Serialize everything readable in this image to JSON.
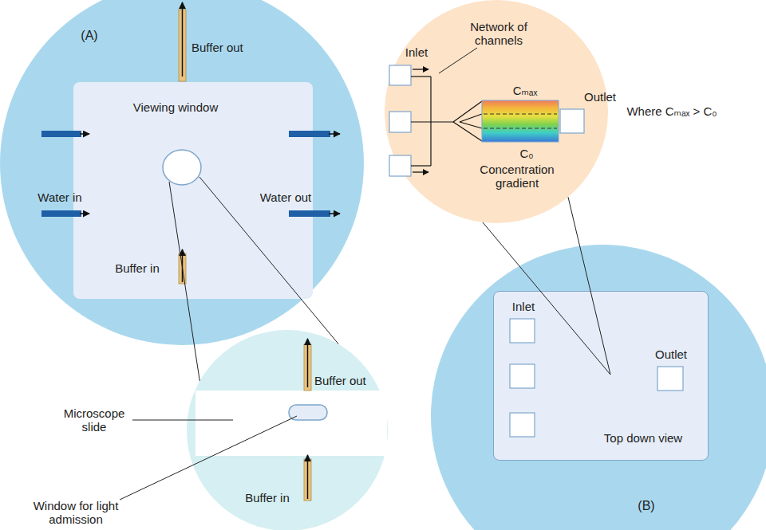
{
  "diagram": {
    "nodes": [
      {
        "text": [
          "(A)",
          "Buffer out",
          "Water in",
          "Water out"
        ]
      },
      {
        "text": [
          "Viewing window",
          "Buffer in"
        ],
        "in": 0
      },
      {
        "text": [
          "Buffer out",
          "Buffer in"
        ]
      },
      {
        "text": [
          "Inlet",
          "Network of channels",
          "Cₘₐₓ",
          "Outlet",
          "C₀",
          "Concentration gradient"
        ]
      },
      {
        "text": [
          "(B)"
        ]
      },
      {
        "text": [
          "Inlet",
          "Outlet",
          "Top down view"
        ],
        "in": 4
      }
    ],
    "edges": [
      {
        "from": 1,
        "to": 2,
        "arrow": "none"
      },
      {
        "from": 5,
        "to": 3,
        "arrow": "none"
      }
    ],
    "labels": [
      "Microscope slide",
      "Window for light admission",
      "Where Cₘₐₓ > C₀"
    ]
  }
}
